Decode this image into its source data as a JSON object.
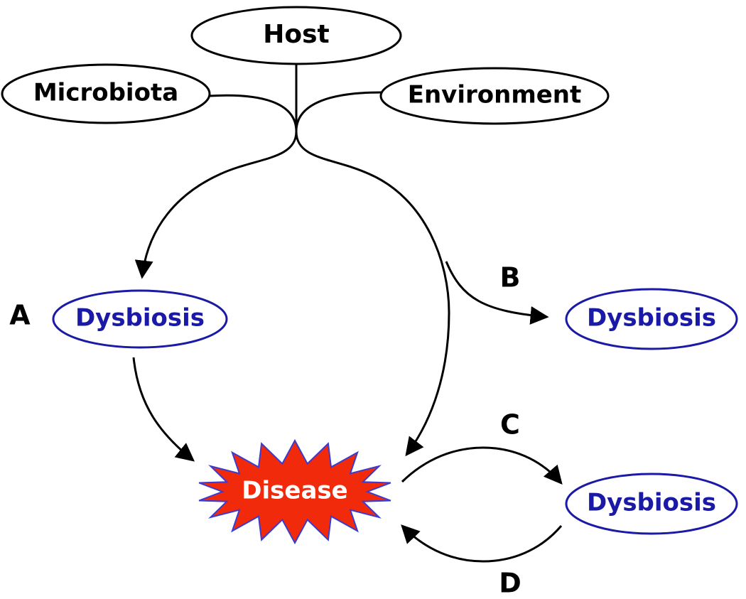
{
  "factors": {
    "host": "Host",
    "microbiota": "Microbiota",
    "environment": "Environment"
  },
  "pathway_labels": {
    "a": "A",
    "b": "B",
    "c": "C",
    "d": "D"
  },
  "dysbiosis_a": "Dysbiosis",
  "dysbiosis_b": "Dysbiosis",
  "dysbiosis_c": "Dysbiosis",
  "disease": "Disease",
  "colors": {
    "outline": "#000000",
    "dysbiosis": "#1a1aa6",
    "disease_fill": "#f02a0a",
    "disease_stroke": "#3b3bd0",
    "disease_text": "#ffffff"
  },
  "icons": {
    "disease_shape": "starburst"
  }
}
